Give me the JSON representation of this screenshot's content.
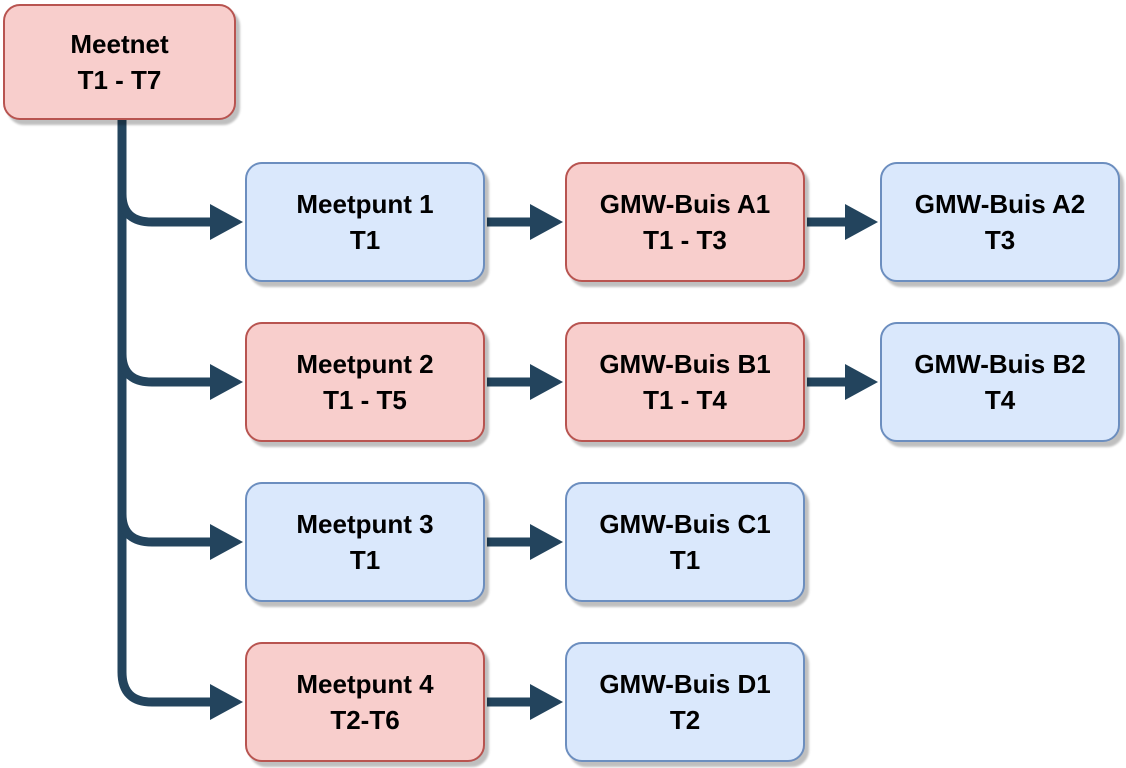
{
  "diagram": {
    "background_color": "#ffffff",
    "colors": {
      "red_node_fill": "#F8CECC",
      "red_node_border": "#B85450",
      "blue_node_fill": "#DAE8FC",
      "blue_node_border": "#6C8EBF",
      "connector": "#23445D",
      "text": "#000000"
    },
    "root": {
      "title": "Meetnet",
      "subtitle": "T1 - T7",
      "variant": "red"
    },
    "rows": [
      {
        "nodes": [
          {
            "title": "Meetpunt 1",
            "subtitle": "T1",
            "variant": "blue"
          },
          {
            "title": "GMW-Buis A1",
            "subtitle": "T1 - T3",
            "variant": "red"
          },
          {
            "title": "GMW-Buis A2",
            "subtitle": "T3",
            "variant": "blue"
          }
        ]
      },
      {
        "nodes": [
          {
            "title": "Meetpunt 2",
            "subtitle": "T1 - T5",
            "variant": "red"
          },
          {
            "title": "GMW-Buis B1",
            "subtitle": "T1 - T4",
            "variant": "red"
          },
          {
            "title": "GMW-Buis B2",
            "subtitle": "T4",
            "variant": "blue"
          }
        ]
      },
      {
        "nodes": [
          {
            "title": "Meetpunt 3",
            "subtitle": "T1",
            "variant": "blue"
          },
          {
            "title": "GMW-Buis C1",
            "subtitle": "T1",
            "variant": "blue"
          }
        ]
      },
      {
        "nodes": [
          {
            "title": "Meetpunt 4",
            "subtitle": "T2-T6",
            "variant": "red"
          },
          {
            "title": "GMW-Buis D1",
            "subtitle": "T2",
            "variant": "blue"
          }
        ]
      }
    ],
    "edges": [
      "Meetnet -> Meetpunt 1",
      "Meetnet -> Meetpunt 2",
      "Meetnet -> Meetpunt 3",
      "Meetnet -> Meetpunt 4",
      "Meetpunt 1 -> GMW-Buis A1",
      "GMW-Buis A1 -> GMW-Buis A2",
      "Meetpunt 2 -> GMW-Buis B1",
      "GMW-Buis B1 -> GMW-Buis B2",
      "Meetpunt 3 -> GMW-Buis C1",
      "Meetpunt 4 -> GMW-Buis D1"
    ]
  }
}
